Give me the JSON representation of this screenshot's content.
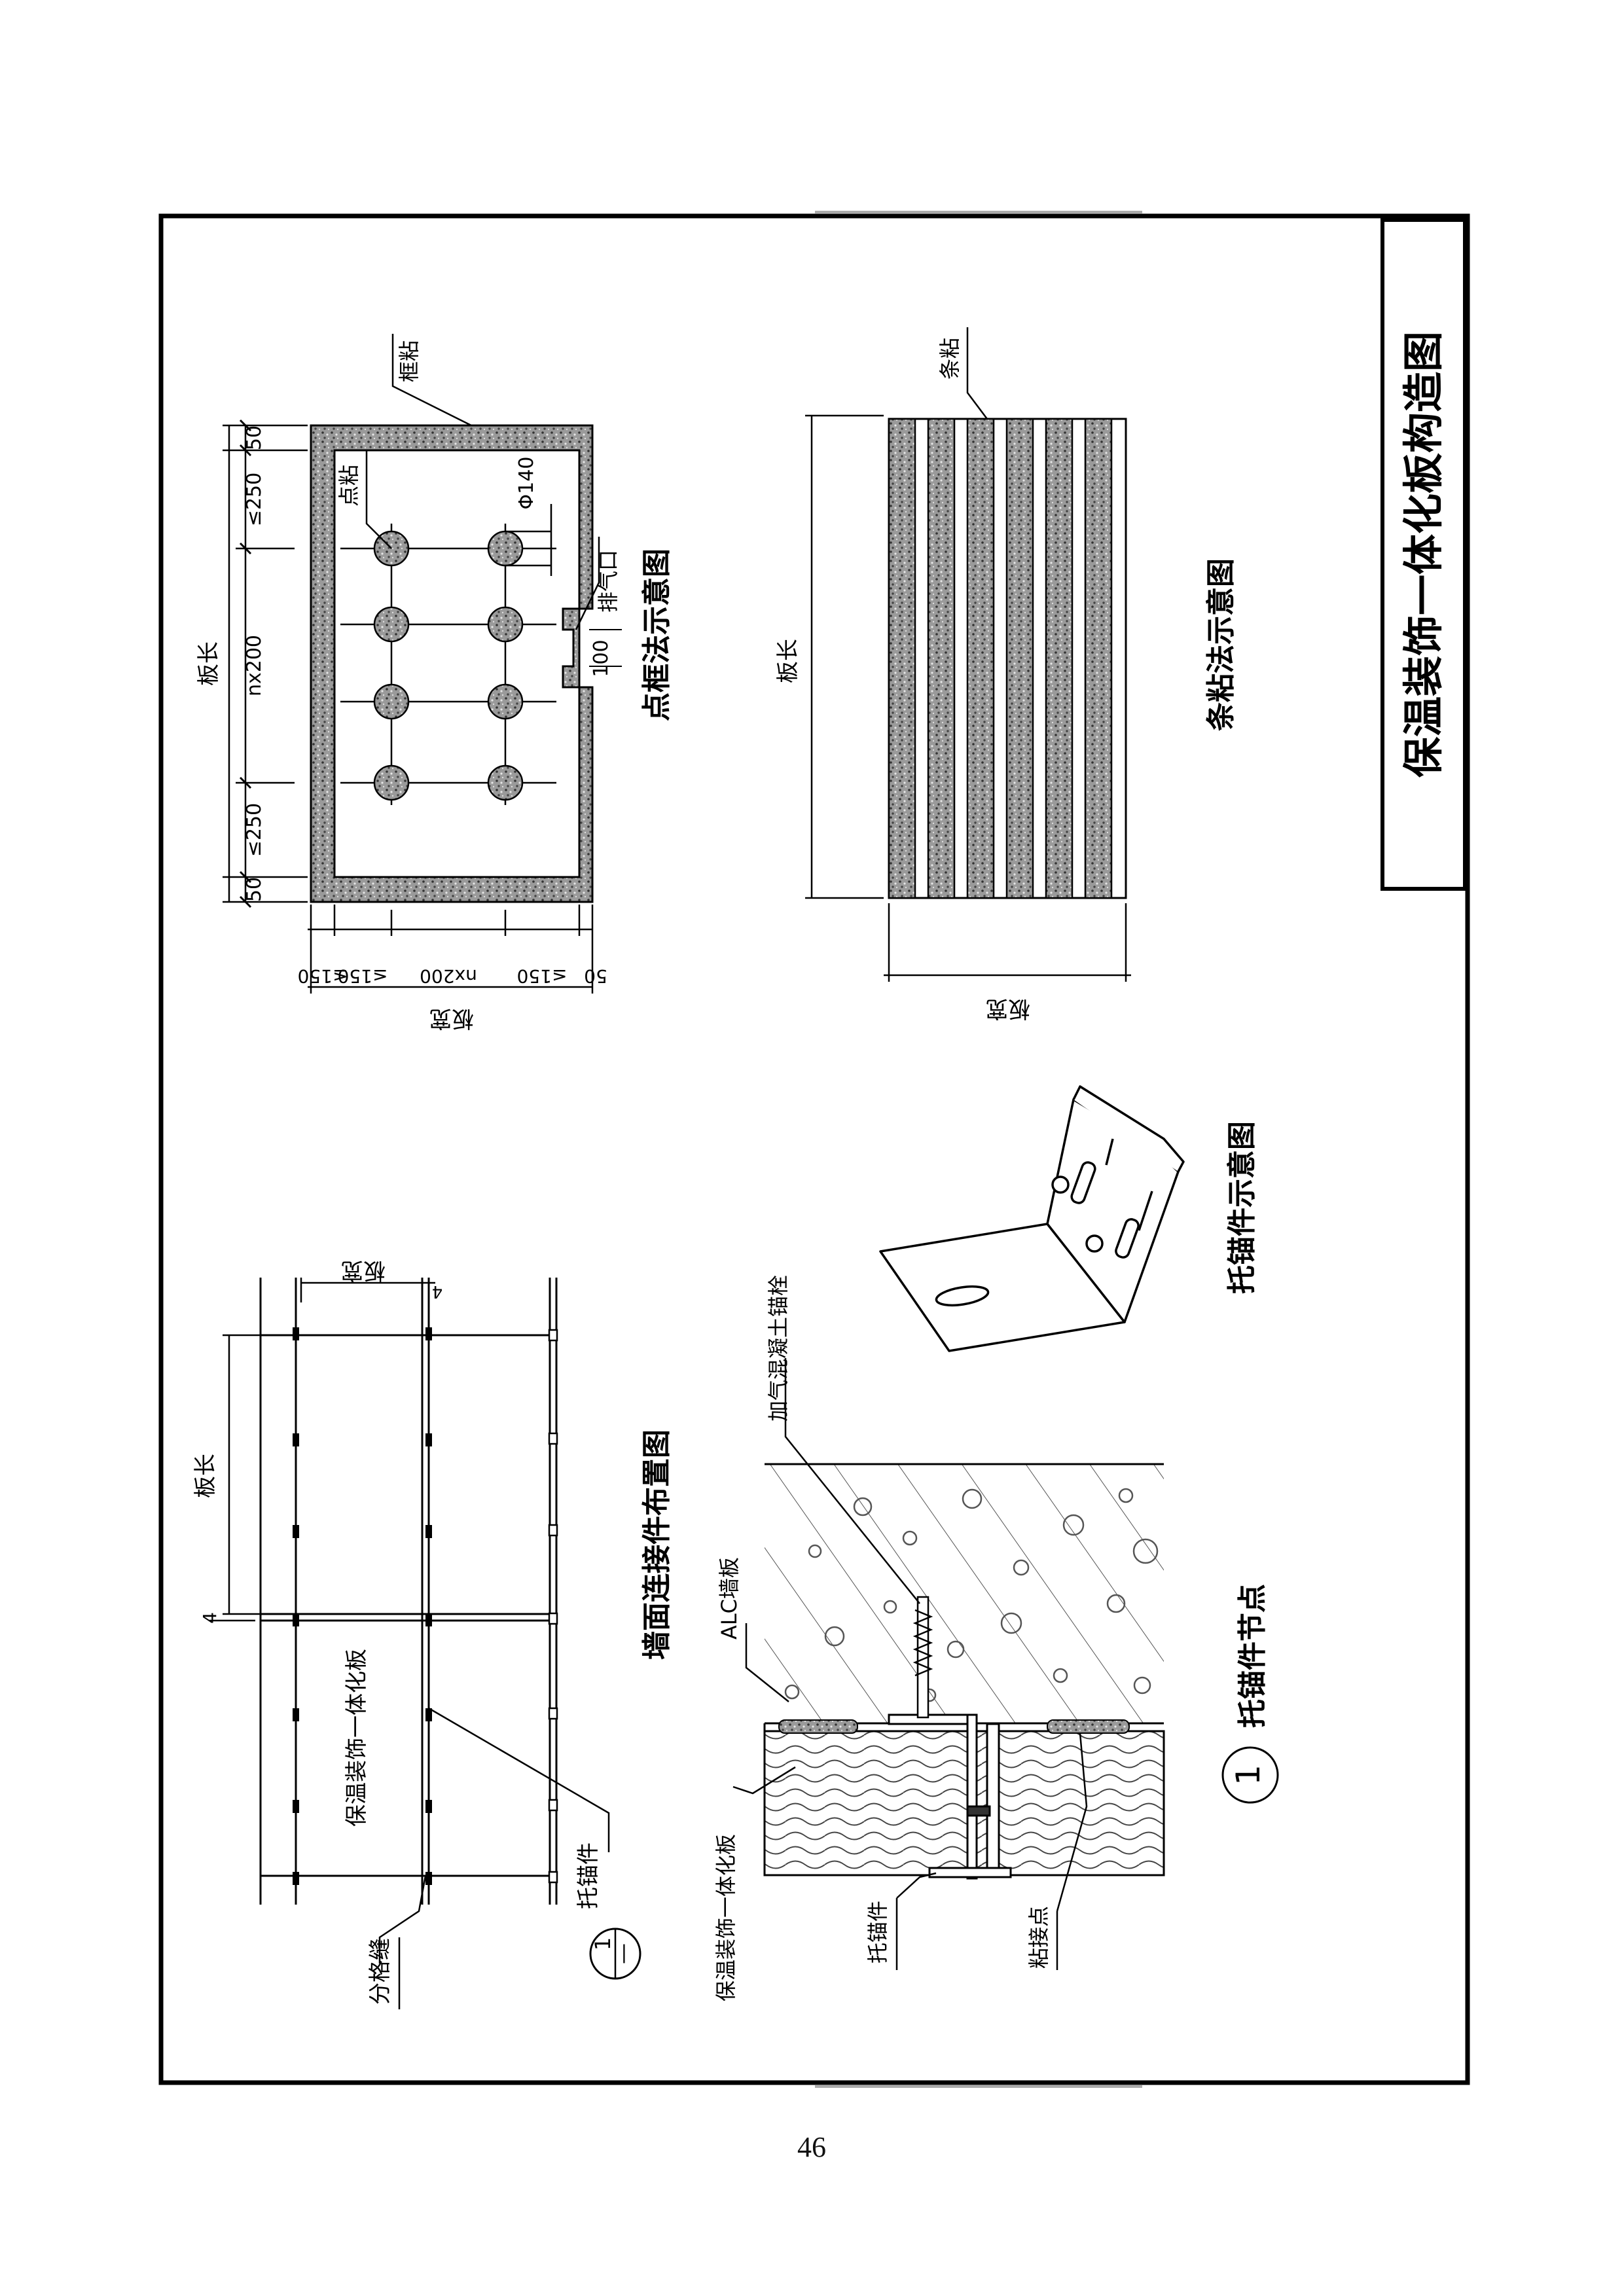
{
  "sheet_title": "保温装饰一体化板构造图",
  "page_number": "46",
  "frame_diagram": {
    "caption": "点框法示意图",
    "label_frame": "框粘",
    "label_dot": "点粘",
    "label_vent": "排气口",
    "label_phi": "Φ140",
    "dim_100": "100",
    "dim_length": "板长",
    "dim_le250": "≤250",
    "dim_n200": "nx200",
    "dim_50": "50",
    "dim_le150": "≤150",
    "dim_width": "板宽"
  },
  "strip_diagram": {
    "caption": "条粘法示意图",
    "label_strip": "条粘",
    "dim_length": "板长",
    "dim_width": "板宽"
  },
  "bracket_diagram": {
    "caption": "托锚件示意图"
  },
  "layout_diagram": {
    "caption": "墙面连接件布置图",
    "dim_length": "板长",
    "dim_width": "板宽",
    "dim_4": "4",
    "label_panel": "保温装饰一体化板",
    "label_joint": "分格缝",
    "label_anchor": "托锚件",
    "callout_num": "1",
    "callout_sheet": "—"
  },
  "node_diagram": {
    "caption": "托锚件节点",
    "callout_num": "1",
    "label_bolt": "加气混凝土锚栓",
    "label_alc": "ALC墙板",
    "label_panel": "保温装饰一体化板",
    "label_anchor": "托锚件",
    "label_bond": "粘接点"
  }
}
